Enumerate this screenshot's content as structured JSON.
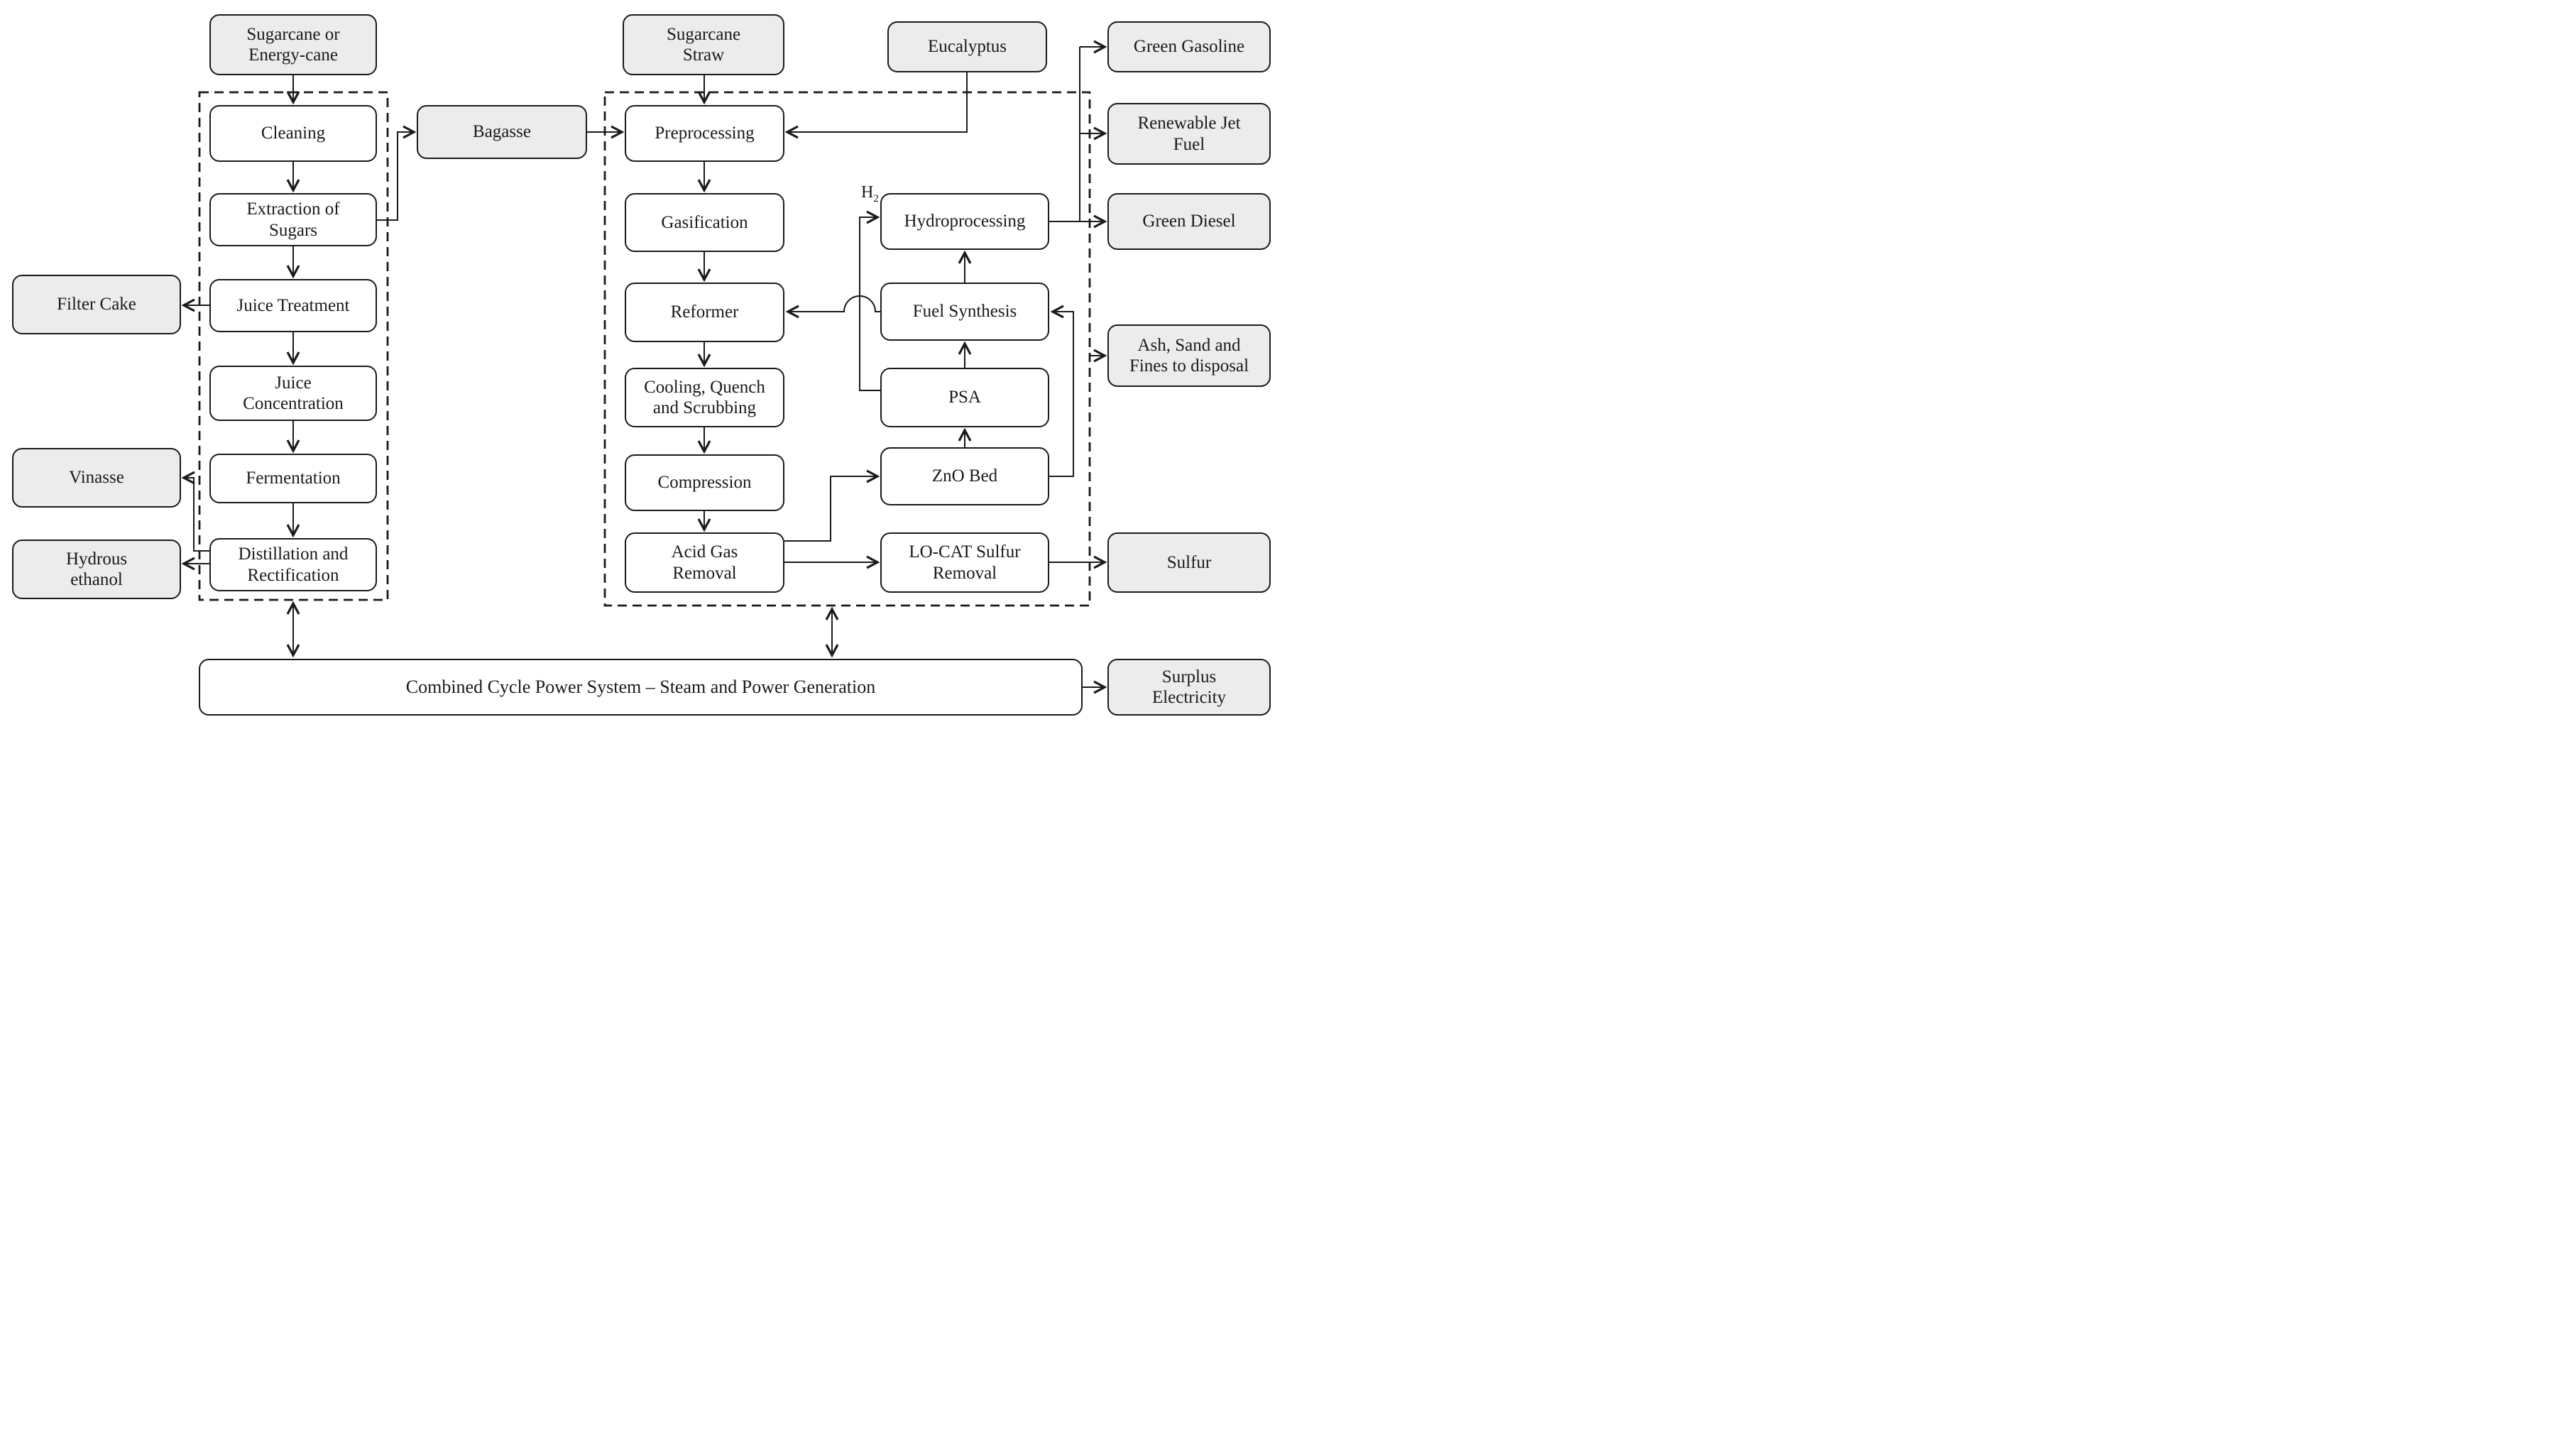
{
  "figure": {
    "type": "process-flow-diagram",
    "description_visible_sections": [
      "sugarcane ethanol plant (dashed)",
      "gasification fuel plant (dashed)",
      "combined cycle power system"
    ]
  },
  "colors": {
    "background": "#ffffff",
    "line": "#1a1a1a",
    "box_border": "#1a1a1a",
    "process_fill": "#ffffff",
    "stream_fill": "#ececec"
  },
  "nodes": {
    "sugarcane_or_energy_cane": {
      "label": "Sugarcane or\nEnergy-cane",
      "kind": "feedstock"
    },
    "cleaning": {
      "label": "Cleaning",
      "kind": "process"
    },
    "extraction_of_sugars": {
      "label": "Extraction of\nSugars",
      "kind": "process"
    },
    "juice_treatment": {
      "label": "Juice Treatment",
      "kind": "process"
    },
    "juice_concentration": {
      "label": "Juice\nConcentration",
      "kind": "process"
    },
    "fermentation": {
      "label": "Fermentation",
      "kind": "process"
    },
    "distillation_and_rectification": {
      "label": "Distillation and\nRectification",
      "kind": "process"
    },
    "filter_cake": {
      "label": "Filter Cake",
      "kind": "output"
    },
    "vinasse": {
      "label": "Vinasse",
      "kind": "output"
    },
    "hydrous_ethanol": {
      "label": "Hydrous\nethanol",
      "kind": "output"
    },
    "bagasse": {
      "label": "Bagasse",
      "kind": "stream"
    },
    "sugarcane_straw": {
      "label": "Sugarcane\nStraw",
      "kind": "feedstock"
    },
    "eucalyptus": {
      "label": "Eucalyptus",
      "kind": "feedstock"
    },
    "preprocessing": {
      "label": "Preprocessing",
      "kind": "process"
    },
    "gasification": {
      "label": "Gasification",
      "kind": "process"
    },
    "reformer": {
      "label": "Reformer",
      "kind": "process"
    },
    "cooling_quench_scrubbing": {
      "label": "Cooling, Quench\nand Scrubbing",
      "kind": "process"
    },
    "compression": {
      "label": "Compression",
      "kind": "process"
    },
    "acid_gas_removal": {
      "label": "Acid Gas\nRemoval",
      "kind": "process"
    },
    "hydroprocessing": {
      "label": "Hydroprocessing",
      "kind": "process"
    },
    "fuel_synthesis": {
      "label": "Fuel Synthesis",
      "kind": "process"
    },
    "psa": {
      "label": "PSA",
      "kind": "process"
    },
    "zno_bed": {
      "label": "ZnO Bed",
      "kind": "process"
    },
    "locat_sulfur_removal": {
      "label": "LO-CAT Sulfur\nRemoval",
      "kind": "process"
    },
    "green_gasoline": {
      "label": "Green Gasoline",
      "kind": "output"
    },
    "renewable_jet_fuel": {
      "label": "Renewable Jet\nFuel",
      "kind": "output"
    },
    "green_diesel": {
      "label": "Green Diesel",
      "kind": "output"
    },
    "ash_sand_fines": {
      "label": "Ash, Sand and\nFines to disposal",
      "kind": "output"
    },
    "sulfur": {
      "label": "Sulfur",
      "kind": "output"
    },
    "combined_cycle": {
      "label": "Combined Cycle  Power System – Steam and Power Generation",
      "kind": "process"
    },
    "surplus_electricity": {
      "label": "Surplus\nElectricity",
      "kind": "output"
    }
  },
  "stream_labels": {
    "h2_base": "H",
    "h2_sub": "2"
  },
  "edges": [
    {
      "from": "sugarcane_or_energy_cane",
      "to": "cleaning"
    },
    {
      "from": "cleaning",
      "to": "extraction_of_sugars"
    },
    {
      "from": "extraction_of_sugars",
      "to": "juice_treatment"
    },
    {
      "from": "juice_treatment",
      "to": "filter_cake"
    },
    {
      "from": "juice_treatment",
      "to": "juice_concentration"
    },
    {
      "from": "juice_concentration",
      "to": "fermentation"
    },
    {
      "from": "fermentation",
      "to": "distillation_and_rectification"
    },
    {
      "from": "distillation_and_rectification",
      "to": "vinasse"
    },
    {
      "from": "distillation_and_rectification",
      "to": "hydrous_ethanol"
    },
    {
      "from": "extraction_of_sugars",
      "to": "bagasse"
    },
    {
      "from": "bagasse",
      "to": "preprocessing"
    },
    {
      "from": "sugarcane_straw",
      "to": "preprocessing"
    },
    {
      "from": "eucalyptus",
      "to": "preprocessing"
    },
    {
      "from": "preprocessing",
      "to": "gasification"
    },
    {
      "from": "gasification",
      "to": "reformer"
    },
    {
      "from": "reformer",
      "to": "cooling_quench_scrubbing"
    },
    {
      "from": "cooling_quench_scrubbing",
      "to": "compression"
    },
    {
      "from": "compression",
      "to": "acid_gas_removal"
    },
    {
      "from": "acid_gas_removal",
      "to": "zno_bed"
    },
    {
      "from": "acid_gas_removal",
      "to": "locat_sulfur_removal"
    },
    {
      "from": "locat_sulfur_removal",
      "to": "sulfur"
    },
    {
      "from": "zno_bed",
      "to": "psa"
    },
    {
      "from": "zno_bed",
      "to": "fuel_synthesis"
    },
    {
      "from": "psa",
      "to": "fuel_synthesis"
    },
    {
      "from": "psa",
      "to": "hydroprocessing",
      "label": "H2"
    },
    {
      "from": "fuel_synthesis",
      "to": "hydroprocessing"
    },
    {
      "from": "fuel_synthesis",
      "to": "reformer",
      "crossover": true
    },
    {
      "from": "hydroprocessing",
      "to": "green_diesel"
    },
    {
      "from": "hydroprocessing",
      "to": "green_gasoline"
    },
    {
      "from": "hydroprocessing",
      "to": "renewable_jet_fuel"
    },
    {
      "from": "gasification_plant_boundary",
      "to": "ash_sand_fines"
    },
    {
      "from": "ethanol_plant_boundary",
      "to": "combined_cycle",
      "bidirectional": true
    },
    {
      "from": "gasification_plant_boundary",
      "to": "combined_cycle",
      "bidirectional": true
    },
    {
      "from": "combined_cycle",
      "to": "surplus_electricity"
    }
  ]
}
